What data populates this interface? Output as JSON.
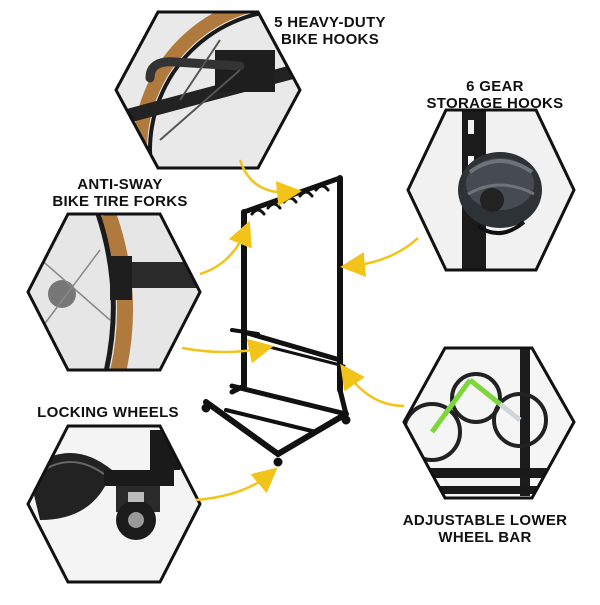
{
  "features": {
    "hooks": {
      "line1": "5 HEAVY-DUTY",
      "line2": "BIKE HOOKS"
    },
    "gear": {
      "line1": "6 GEAR",
      "line2": "STORAGE HOOKS"
    },
    "forks": {
      "line1": "ANTI-SWAY",
      "line2": "BIKE TIRE FORKS"
    },
    "wheels": {
      "line1": "LOCKING WHEELS"
    },
    "lower_bar": {
      "line1": "ADJUSTABLE LOWER",
      "line2": "WHEEL BAR"
    }
  },
  "colors": {
    "arrow": "#f2c318",
    "frame": "#111111",
    "hex_border": "#111111",
    "tire_tan": "#b07a3e",
    "bike_green": "#7dd63a"
  },
  "icons": [
    "bike-hook-closeup",
    "helmet-on-hook",
    "tire-fork-closeup",
    "caster-wheel-closeup",
    "bikes-on-lower-bar",
    "bike-rack-stand"
  ]
}
